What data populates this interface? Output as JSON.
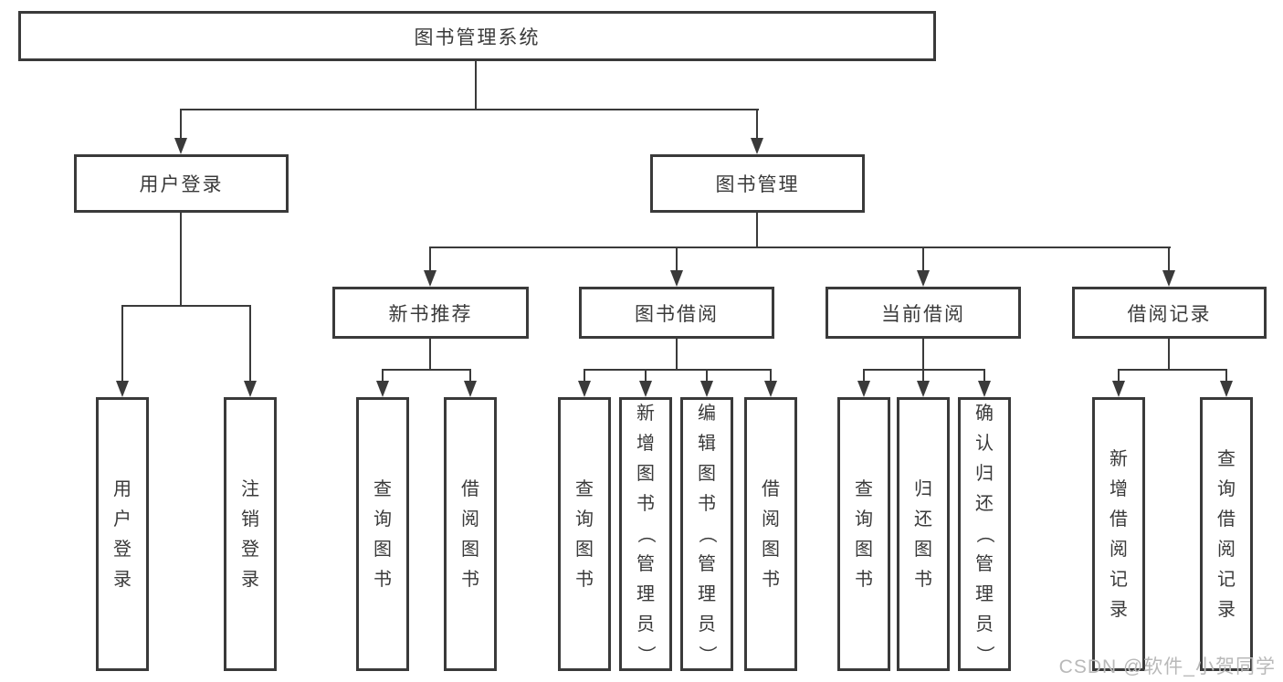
{
  "diagram_type": "hierarchy",
  "colors": {
    "line": "#3a3a3a",
    "text": "#3a3a3a",
    "watermark": "#b9b9b9",
    "background": "#ffffff"
  },
  "tree": {
    "label": "图书管理系统",
    "children": [
      {
        "label": "用户登录",
        "children": [
          {
            "label": "用户登录"
          },
          {
            "label": "注销登录"
          }
        ]
      },
      {
        "label": "图书管理",
        "children": [
          {
            "label": "新书推荐",
            "children": [
              {
                "label": "查询图书"
              },
              {
                "label": "借阅图书"
              }
            ]
          },
          {
            "label": "图书借阅",
            "children": [
              {
                "label": "查询图书"
              },
              {
                "label": "新增图书（管理员）"
              },
              {
                "label": "编辑图书（管理员）"
              },
              {
                "label": "借阅图书"
              }
            ]
          },
          {
            "label": "当前借阅",
            "children": [
              {
                "label": "查询图书"
              },
              {
                "label": "归还图书"
              },
              {
                "label": "确认归还（管理员）"
              }
            ]
          },
          {
            "label": "借阅记录",
            "children": [
              {
                "label": "新增借阅记录"
              },
              {
                "label": "查询借阅记录"
              }
            ]
          }
        ]
      }
    ]
  },
  "watermark": "CSDN @软件_小贺同学"
}
